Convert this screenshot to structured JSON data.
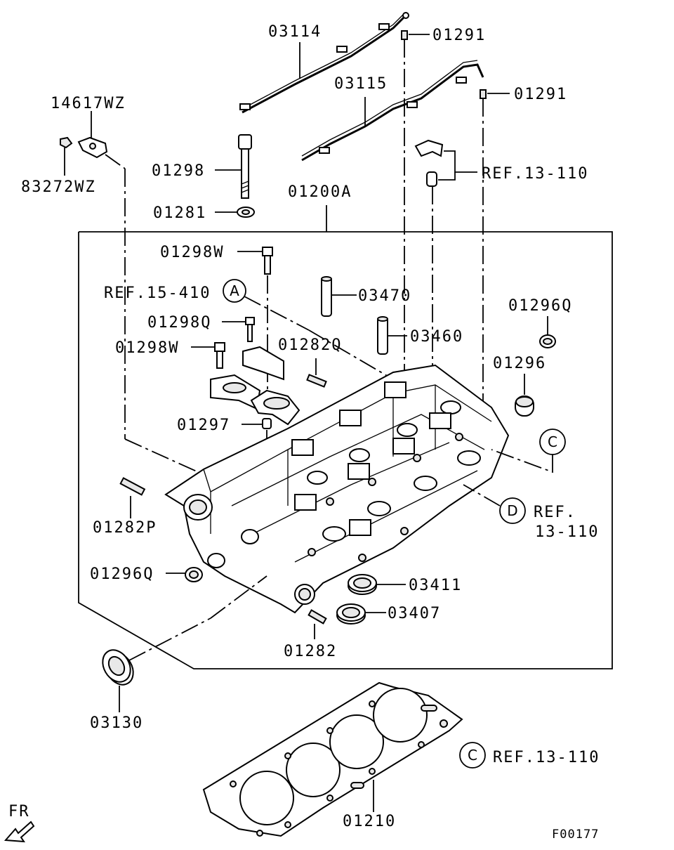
{
  "callouts": {
    "p03114": "03114",
    "p01291a": "01291",
    "p03115": "03115",
    "p01291b": "01291",
    "p14617wz": "14617WZ",
    "p83272wz": "83272WZ",
    "p01298": "01298",
    "p01281": "01281",
    "p01200a": "01200A",
    "ref13_110_top": "REF.13-110",
    "p01298w_a": "01298W",
    "ref15_410": "REF.15-410",
    "p03470": "03470",
    "p01298q": "01298Q",
    "p03460": "03460",
    "p01282q": "01282Q",
    "p01298w_b": "01298W",
    "p01296q_a": "01296Q",
    "p01296": "01296",
    "p01297": "01297",
    "p01282p": "01282P",
    "ref13_110_d_a": "REF.",
    "ref13_110_d_b": "13-110",
    "p01296q_b": "01296Q",
    "p03411": "03411",
    "p03407": "03407",
    "p01282": "01282",
    "p03130": "03130",
    "ref13_110_c": "REF.13-110",
    "p01210": "01210"
  },
  "circle_markers": {
    "a": "A",
    "c_right": "C",
    "d": "D",
    "c_bottom": "C"
  },
  "front_indicator": "FR",
  "figure_code": "F00177"
}
